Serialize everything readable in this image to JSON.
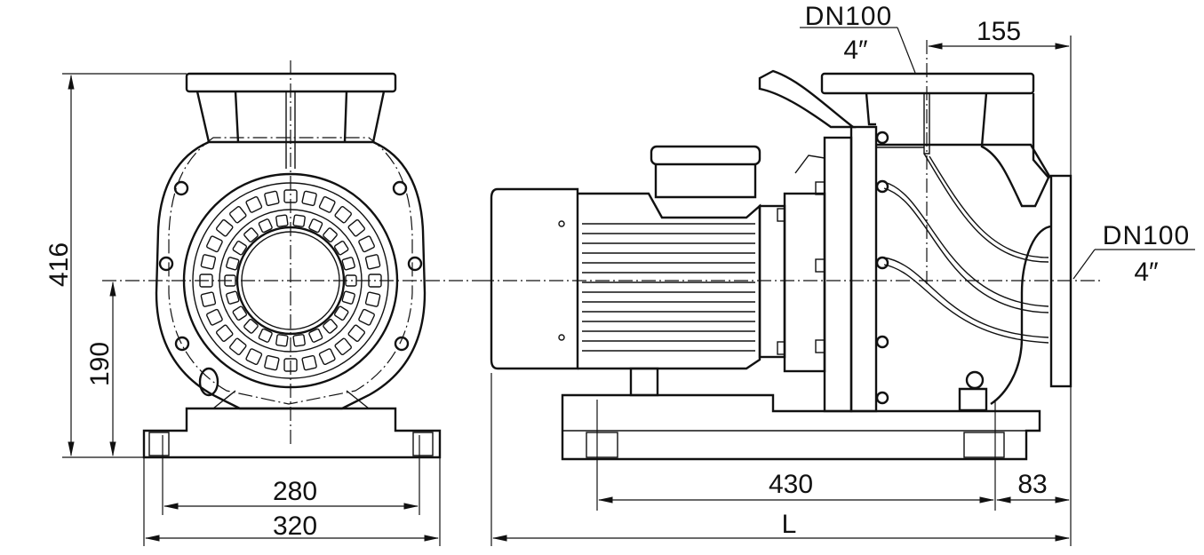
{
  "drawing": {
    "front_view": {
      "height_total": "416",
      "center_height": "190",
      "foot_hole_spacing": "280",
      "base_width": "320"
    },
    "side_view": {
      "foot_hole_spacing": "430",
      "outlet_offset": "83",
      "overall_length": "L",
      "inlet_axis_offset": "155",
      "top_port": {
        "size": "DN100",
        "inch": "4″"
      },
      "side_port": {
        "size": "DN100",
        "inch": "4″"
      }
    }
  }
}
